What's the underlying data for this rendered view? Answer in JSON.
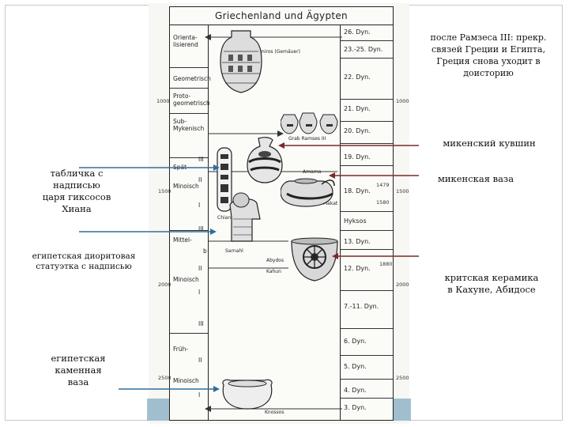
{
  "chart": {
    "title": "Griechenland und Ägypten",
    "left_periods": [
      "Orienta-\nlisierend",
      "Geometrisch",
      "Proto-\ngeometrisch",
      "Sub-\nMykenisch",
      "Spät-",
      "Minoisch",
      "Mittel-",
      "Minoisch",
      "Früh-",
      "Minoisch"
    ],
    "roman": [
      "III",
      "II",
      "I",
      "III",
      "II",
      "I",
      "III",
      "II",
      "I"
    ],
    "dynasties": [
      "26. Dyn.",
      "23.-25. Dyn.",
      "22. Dyn.",
      "21. Dyn.",
      "20. Dyn.",
      "19. Dyn.",
      "18. Dyn.",
      "Hyksos",
      "13. Dyn.",
      "12. Dyn.",
      "7.-11. Dyn.",
      "6. Dyn.",
      "5. Dyn.",
      "4. Dyn.",
      "3. Dyn."
    ],
    "years_left": [
      "1000",
      "1500",
      "2000",
      "2500"
    ],
    "years_right": [
      "1000",
      "1500",
      "2000",
      "2500"
    ],
    "right_small": [
      "1479",
      "1580",
      "1880"
    ],
    "captions": [
      "Camiros (Gemäuer)",
      "Grab Ramses III",
      "Amarna",
      "Makat",
      "Chian",
      "Sarnahl",
      "Abydos",
      "Kahun",
      "Knossos"
    ],
    "left_letter": "b"
  },
  "annotations": {
    "top_right": "после Рамзеса III: прекр.\nсвязей Греции и Египта,\nГреция снова уходит в\nдоисторию",
    "jug": "микенский кувшин",
    "vase": "микенская ваза",
    "tablet": "табличка с\nнадписью\nцаря гиксосов\nХиана",
    "statuette": "египетская диоритовая\nстатуэтка с надписью",
    "cretan": "критская керамика\nв Кахуне, Абидосе",
    "stone_vase": "египетская\nкаменная\nваза"
  },
  "colors": {
    "arrow": "#2e6f9e",
    "arrow_dark": "#7a2a2a",
    "band": "#5b8fb0"
  }
}
